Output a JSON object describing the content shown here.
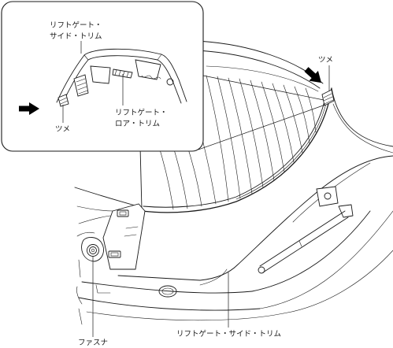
{
  "labels": {
    "inset_side_trim_line1": "リフトゲート・",
    "inset_side_trim_line2": "サイド・トリム",
    "inset_lower_trim_line1": "リフトゲート・",
    "inset_lower_trim_line2": "ロア・トリム",
    "inset_claw": "ツメ",
    "main_claw": "ツメ",
    "fastener": "ファスナ",
    "main_side_trim": "リフトゲート・サイド・トリム"
  },
  "colors": {
    "line": "#1a1a1a",
    "background": "#ffffff",
    "arrow": "#000000"
  }
}
